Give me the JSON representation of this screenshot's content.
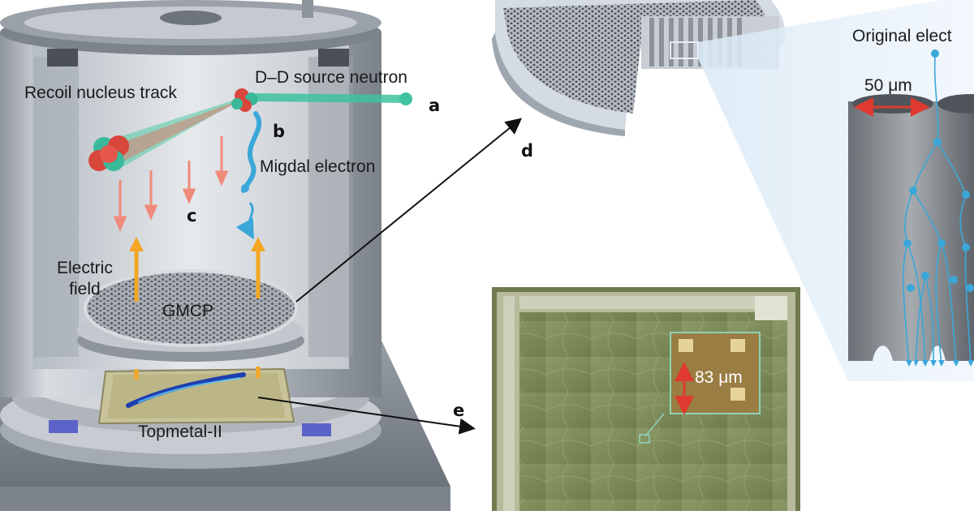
{
  "labels": {
    "recoil": "Recoil nucleus track",
    "source": "D–D source neutron",
    "migdal": "Migdal electron",
    "electric_field": "Electric\nfield",
    "gmcp": "GMCP",
    "topmetal": "Topmetal-II",
    "pore_size": "50 μm",
    "original_electron": "Original elect",
    "pixel_size": "83 μm"
  },
  "panels": [
    "a",
    "b",
    "c",
    "d",
    "e"
  ],
  "colors": {
    "metal": "#b9bec6",
    "metal_dark": "#6d737c",
    "neutron": "#3fc2a0",
    "electron": "#3aa7d8",
    "field_arrow": "#f5a623",
    "recoil_arrow": "#f08a7a",
    "nucleus_red": "#d9463c",
    "nucleus_teal": "#39b89a",
    "chip_green": "#7f8f58"
  }
}
